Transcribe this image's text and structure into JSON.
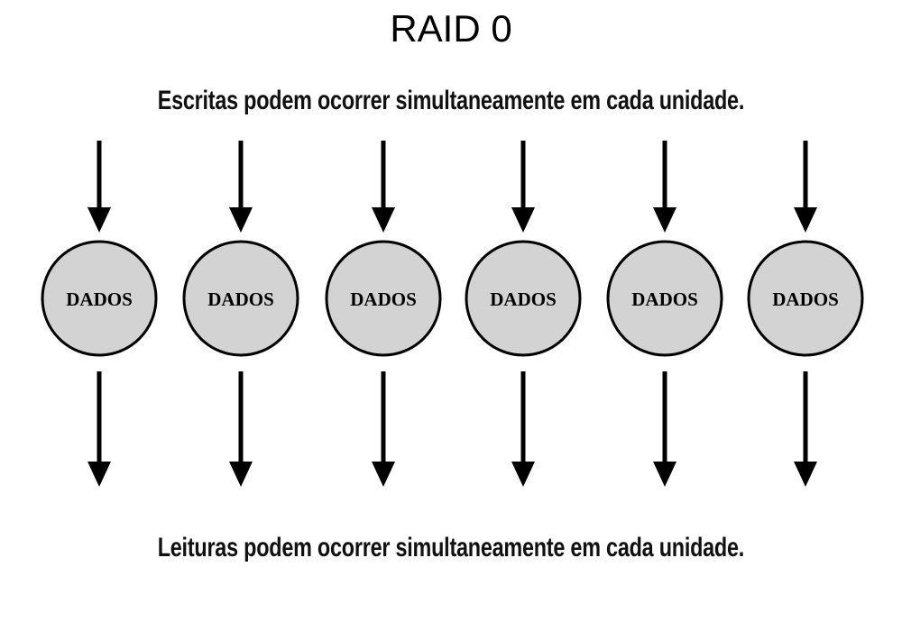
{
  "title": "RAID 0",
  "caption_top": "Escritas podem ocorrer simultaneamente em cada unidade.",
  "caption_bottom": "Leituras podem ocorrer simultaneamente em cada unidade.",
  "disks": [
    {
      "label": "DADOS"
    },
    {
      "label": "DADOS"
    },
    {
      "label": "DADOS"
    },
    {
      "label": "DADOS"
    },
    {
      "label": "DADOS"
    },
    {
      "label": "DADOS"
    }
  ],
  "colors": {
    "disk_fill": "#d3d3d3",
    "stroke": "#000000",
    "text": "#000000"
  }
}
